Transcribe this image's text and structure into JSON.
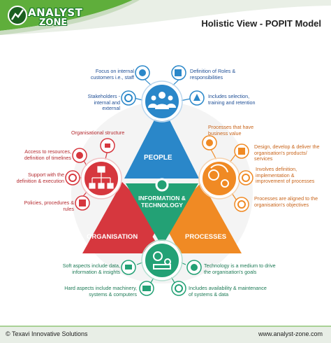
{
  "header": {
    "logo_line1": "ANALYST",
    "logo_line2": "ZONE",
    "title": "Holistic View - POPIT Model"
  },
  "nodes": {
    "people": "PEOPLE",
    "organisation": "ORGANISATION",
    "processes": "PROCESSES",
    "it_line1": "INFORMATION &",
    "it_line2": "TECHNOLOGY"
  },
  "people_points": [
    "Focus on internal customers i.e., staff",
    "Definition of Roles & responsibilities",
    "Stakeholders - internal and external",
    "Includes selection, training and retention"
  ],
  "organisation_points": [
    "Organisational structure",
    "Access to resources, definition of timelines",
    "Support with the definition & execution",
    "Policies, procedures & rules"
  ],
  "processes_points": [
    "Processes that have business value",
    "Design, develop & deliver the organisation's products/ services",
    "Involves definition, implementation & improvement of processes",
    "Processes are aligned to the organisation's objectives"
  ],
  "it_points": [
    "Soft aspects include data, information & insights",
    "Technology is a medium to drive the organisation's goals",
    "Hard aspects include machinery, systems & computers",
    "Includes availability & maintenance of systems & data"
  ],
  "footer": {
    "copyright": "© Texavi Innovative Solutions",
    "website": "www.analyst-zone.com"
  },
  "colors": {
    "people": "#2a87c9",
    "organisation": "#d6373e",
    "processes": "#f08a24",
    "it": "#23a175"
  },
  "icons": [
    "people-group-icon",
    "focus-icon",
    "roles-icon",
    "stakeholders-icon",
    "training-icon",
    "org-chart-icon",
    "resources-icon",
    "support-gear-icon",
    "policy-icon",
    "process-gears-icon",
    "value-icon",
    "design-icon",
    "improve-icon",
    "objectives-icon",
    "tech-gears-icon",
    "data-icon",
    "goals-icon",
    "machinery-icon",
    "maintenance-icon"
  ]
}
